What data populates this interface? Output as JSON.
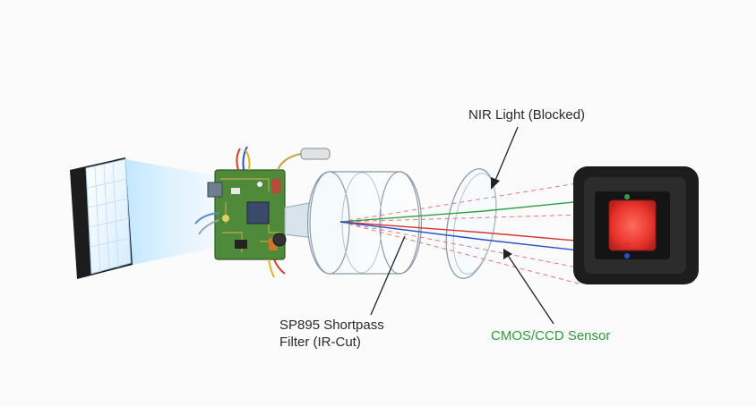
{
  "labels": {
    "nir_light": "NIR Light (Blocked)",
    "filter_line1": "SP895 Shortpass",
    "filter_line2": "Filter (IR-Cut)",
    "sensor": "CMOS/CCD Sensor"
  },
  "colors": {
    "sensor_label": "#2f9a3c",
    "ray_green": "#2ea043",
    "ray_red": "#d43333",
    "ray_blue": "#2a4fc4",
    "ray_nir_dashed": "#e07a7a",
    "sensor_glow": "#e8332c",
    "board_green": "#4e8a3a"
  },
  "icons": {
    "light_source": "led-panel-icon",
    "circuit": "circuit-board-icon",
    "lens": "lens-barrel-icon",
    "filter": "shortpass-filter-icon",
    "sensor": "image-sensor-icon"
  }
}
